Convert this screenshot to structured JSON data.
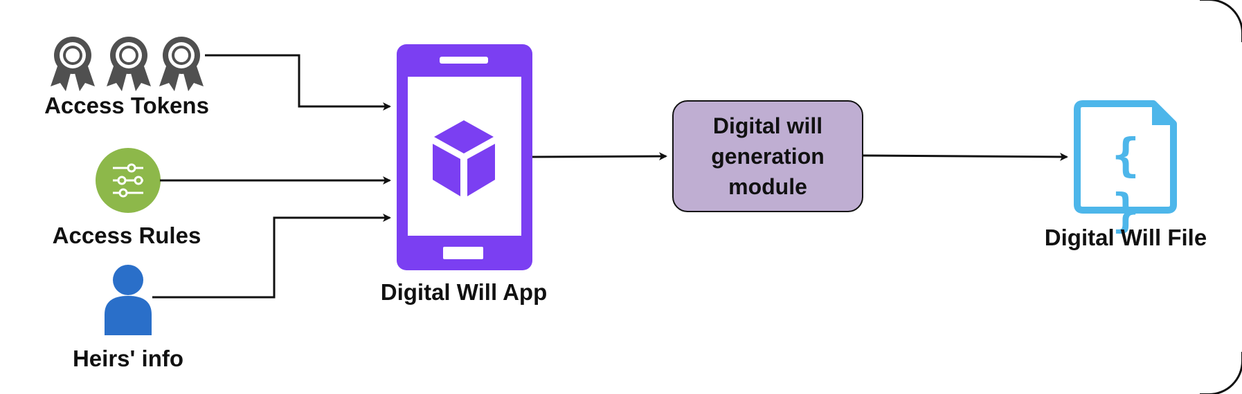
{
  "nodes": {
    "access_tokens": {
      "label": "Access Tokens"
    },
    "access_rules": {
      "label": "Access Rules"
    },
    "heirs_info": {
      "label": "Heirs' info"
    },
    "app": {
      "label": "Digital Will App"
    },
    "module": {
      "lines": [
        "Digital will",
        "generation",
        "module"
      ]
    },
    "file": {
      "label": "Digital Will File",
      "glyph": "{ }"
    }
  },
  "icons": {
    "access_tokens": "award-ribbon-icon",
    "access_rules": "sliders-icon",
    "heirs_info": "person-icon",
    "app": "smartphone-icon",
    "app_inner": "cube-icon",
    "file": "json-file-icon"
  },
  "colors": {
    "ribbon": "#505050",
    "sliders_bg": "#8db84a",
    "person": "#2a6fc9",
    "phone": "#7b3ff2",
    "module_fill": "#bfaed2",
    "file": "#4db6ea",
    "arrow": "#111111"
  }
}
